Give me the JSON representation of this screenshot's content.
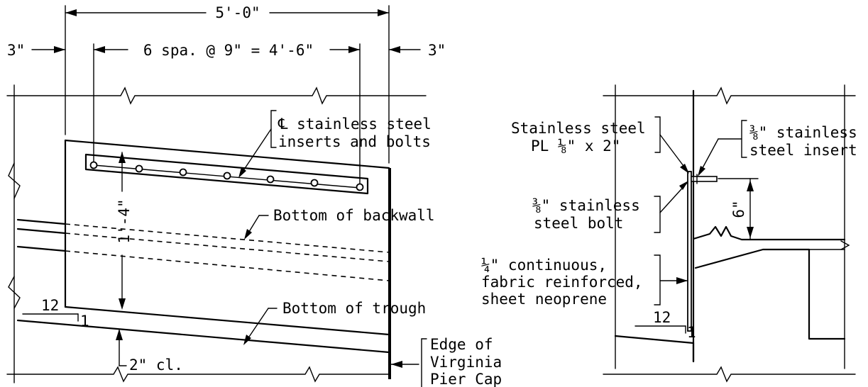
{
  "left_view": {
    "dim_overall": "5'-0\"",
    "dim_left_edge": "3\"",
    "dim_right_edge": "3\"",
    "dim_spacing": "6 spa. @ 9\" = 4'-6\"",
    "dim_vertical": "1'-4\"",
    "callout_inserts": [
      "℄ stainless steel",
      "inserts and bolts"
    ],
    "callout_backwall": "Bottom of backwall",
    "callout_trough": "Bottom of trough",
    "slope_run": "12",
    "slope_rise": "1",
    "dim_clearance": "2\" cl.",
    "callout_pier_cap": [
      "Edge of",
      "Virginia",
      "Pier Cap"
    ]
  },
  "right_view": {
    "callout_plate": [
      "Stainless steel",
      "PL ⅛\" x 2\""
    ],
    "callout_insert": [
      "⅜\" stainless",
      "steel insert"
    ],
    "callout_bolt": [
      "⅜\" stainless",
      "steel bolt"
    ],
    "dim_height": "6\"",
    "callout_neoprene": [
      "¼\" continuous,",
      "fabric reinforced,",
      "sheet neoprene"
    ],
    "slope_run": "12",
    "slope_rise": "1"
  }
}
